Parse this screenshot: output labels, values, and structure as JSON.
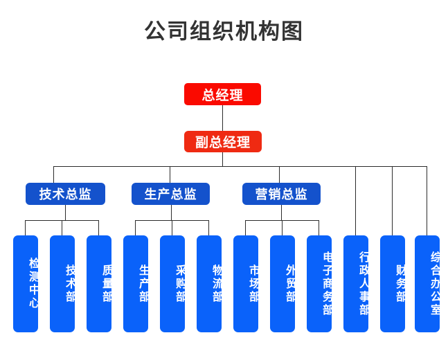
{
  "title": "公司组织机构图",
  "colors": {
    "title_text": "#333333",
    "executive_red": "#FA0A00",
    "deputy_red": "#EF2A12",
    "director_blue": "#1452CC",
    "department_blue": "#0A62FA",
    "line": "#2B2B2B",
    "background": "#FFFFFF"
  },
  "executives": [
    {
      "label": "总经理"
    },
    {
      "label": "副总经理"
    }
  ],
  "directors": [
    {
      "label": "技术总监"
    },
    {
      "label": "生产总监"
    },
    {
      "label": "营销总监"
    }
  ],
  "departments": [
    {
      "label": "检测中心",
      "parent": "技术总监"
    },
    {
      "label": "技术部",
      "parent": "技术总监"
    },
    {
      "label": "质量部",
      "parent": "技术总监"
    },
    {
      "label": "生产部",
      "parent": "生产总监"
    },
    {
      "label": "采购部",
      "parent": "生产总监"
    },
    {
      "label": "物流部",
      "parent": "生产总监"
    },
    {
      "label": "市场部",
      "parent": "营销总监"
    },
    {
      "label": "外贸部",
      "parent": "营销总监"
    },
    {
      "label": "电子商务部",
      "parent": "营销总监"
    },
    {
      "label": "行政人事部",
      "parent": "副总经理"
    },
    {
      "label": "财务部",
      "parent": "副总经理"
    },
    {
      "label": "综合办公室",
      "parent": "副总经理"
    }
  ]
}
